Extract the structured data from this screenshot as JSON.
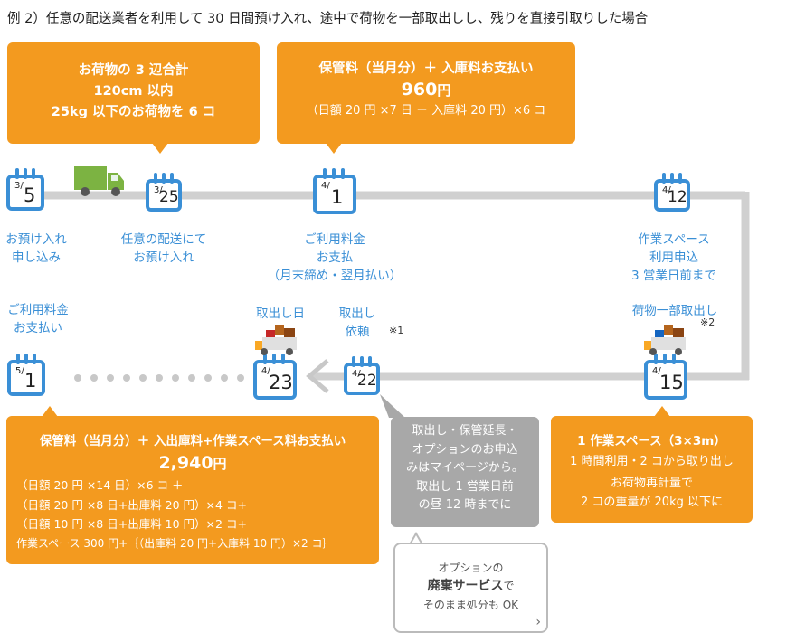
{
  "title": "例 2）任意の配送業者を利用して 30 日間預け入れ、途中で荷物を一部取出しし、残りを直接引取りした場合",
  "box_item": {
    "line1": "お荷物の 3 辺合計",
    "line2": "120cm 以内",
    "line3": "25kg 以下のお荷物を 6 コ"
  },
  "box_fee1": {
    "line1": "保管料（当月分）＋ 入庫料お支払い",
    "amount": "960",
    "unit": "円",
    "line3": "（日額 20 円 ×7 日 ＋ 入庫料 20 円）×6 コ"
  },
  "calendars": {
    "c35": {
      "month": "3/",
      "day": "5"
    },
    "c325": {
      "month": "3/",
      "day": "25"
    },
    "c41": {
      "month": "4/",
      "day": "1"
    },
    "c412": {
      "month": "4/",
      "day": "12"
    },
    "c415": {
      "month": "4/",
      "day": "15"
    },
    "c422": {
      "month": "4/",
      "day": "22"
    },
    "c423": {
      "month": "4/",
      "day": "23"
    },
    "c51": {
      "month": "5/",
      "day": "1"
    }
  },
  "labels": {
    "deposit_apply": [
      "お預け入れ",
      "申し込み"
    ],
    "deposit_ship": [
      "任意の配送にて",
      "お預け入れ"
    ],
    "pay1": [
      "ご利用料金",
      "お支払",
      "（月末締め・翌月払い）"
    ],
    "workspace": [
      "作業スペース",
      "利用申込",
      "3 営業日前まで"
    ],
    "partial": "荷物一部取出し",
    "partial_note": "※2",
    "pickup_req": [
      "取出し",
      "依頼"
    ],
    "pickup_req_note": "※1",
    "pickup_day": "取出し日",
    "pay2": [
      "ご利用料金",
      "お支払い"
    ]
  },
  "box_workspace": {
    "line1": "1 作業スペース（3×3m）",
    "line2": "1 時間利用・2 コから取り出し",
    "line3": "お荷物再計量で",
    "line4": "2 コの重量が 20kg 以下に"
  },
  "box_gray": [
    "取出し・保管延長・",
    "オプションのお申込",
    "みはマイページから。",
    "取出し 1 営業日前",
    "の昼 12 時までに"
  ],
  "box_option": {
    "line1": "オプションの",
    "line2a": "廃棄サービス",
    "line2b": "で",
    "line3": "そのまま処分も OK"
  },
  "box_fee2": {
    "line1": "保管料（当月分）＋ 入出庫料+作業スペース料お支払い",
    "amount": "2,940",
    "unit": "円",
    "lines": [
      "（日額 20 円 ×14 日）×6 コ ＋",
      "（日額 20 円 ×8 日+出庫料 20 円）×4 コ+",
      "（日額 10 円 ×8 日+出庫料 10 円）×2 コ+",
      "作業スペース 300 円+｛（出庫料 20 円+入庫料 10 円）×2 コ｝"
    ]
  },
  "colors": {
    "orange": "#f39a1f",
    "blue": "#3a8fd6",
    "track": "#cfcfcf",
    "gray": "#a8a8a8",
    "truck": "#7cb342"
  }
}
